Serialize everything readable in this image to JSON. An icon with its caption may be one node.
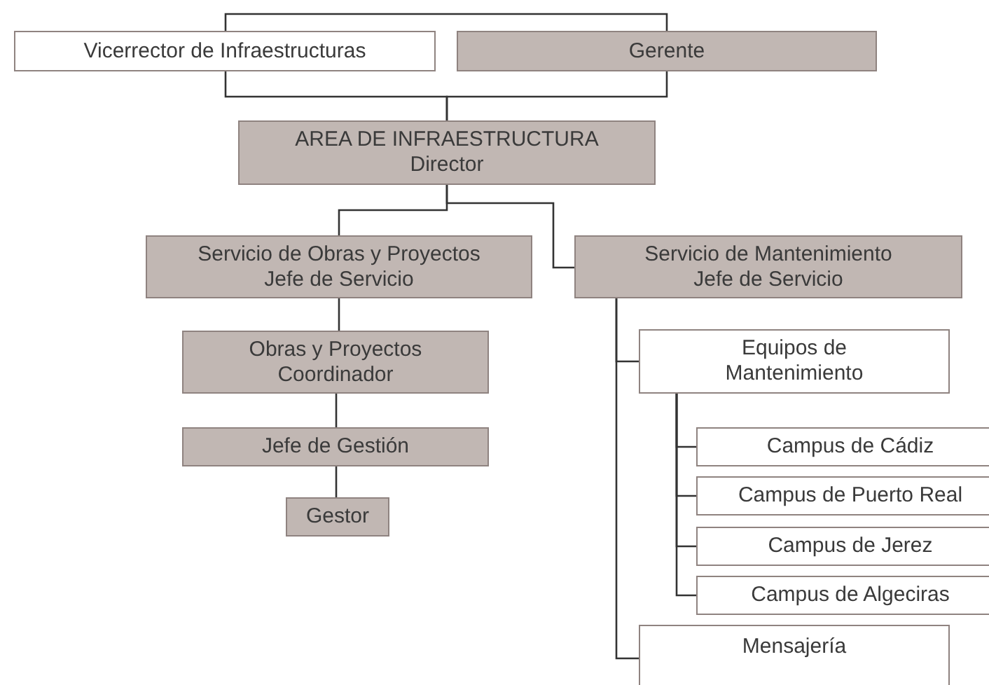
{
  "diagram": {
    "nodes": [
      {
        "text": [
          "Vicerrector de Infraestructuras"
        ]
      },
      {
        "text": [
          "Gerente"
        ]
      },
      {
        "text": [
          "AREA DE INFRAESTRUCTURA",
          "Director"
        ]
      },
      {
        "text": [
          "Servicio de Obras y Proyectos",
          "Jefe de Servicio"
        ]
      },
      {
        "text": [
          "Servicio de Mantenimiento",
          "Jefe de Servicio"
        ]
      },
      {
        "text": [
          "Obras y Proyectos",
          "Coordinador"
        ]
      },
      {
        "text": [
          "Jefe de Gestión"
        ]
      },
      {
        "text": [
          "Gestor"
        ]
      },
      {
        "text": [
          "Equipos de Mantenimiento"
        ]
      },
      {
        "text": [
          "Campus de Cádiz"
        ]
      },
      {
        "text": [
          "Campus de Puerto Real"
        ]
      },
      {
        "text": [
          "Campus de Jerez"
        ]
      },
      {
        "text": [
          "Campus de Algeciras"
        ]
      },
      {
        "text": [
          "Mensajería"
        ]
      }
    ],
    "edges": [
      {
        "from": 0,
        "to": 1,
        "arrow": "none"
      },
      {
        "from": 0,
        "to": 2,
        "arrow": "none"
      },
      {
        "from": 1,
        "to": 2,
        "arrow": "none"
      },
      {
        "from": 2,
        "to": 3,
        "arrow": "none"
      },
      {
        "from": 2,
        "to": 4,
        "arrow": "none"
      },
      {
        "from": 3,
        "to": 5,
        "arrow": "none"
      },
      {
        "from": 5,
        "to": 6,
        "arrow": "none"
      },
      {
        "from": 6,
        "to": 7,
        "arrow": "none"
      },
      {
        "from": 4,
        "to": 8,
        "arrow": "none"
      },
      {
        "from": 4,
        "to": 13,
        "arrow": "none"
      },
      {
        "from": 8,
        "to": 9,
        "arrow": "none"
      },
      {
        "from": 8,
        "to": 10,
        "arrow": "none"
      },
      {
        "from": 8,
        "to": 11,
        "arrow": "none"
      },
      {
        "from": 8,
        "to": 12,
        "arrow": "none"
      }
    ]
  }
}
